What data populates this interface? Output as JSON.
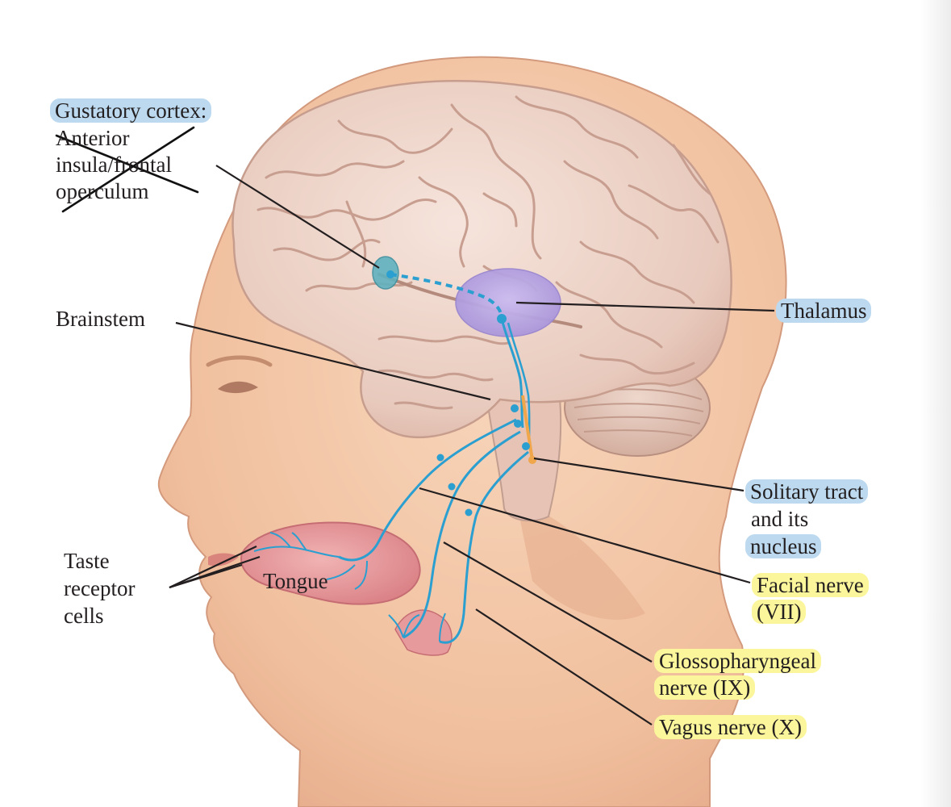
{
  "labels": {
    "gustatory_cortex": "Gustatory cortex:",
    "anterior": "Anterior",
    "insula_frontal": "insula/frontal",
    "operculum": "operculum",
    "thalamus": "Thalamus",
    "brainstem": "Brainstem",
    "solitary_tract": "Solitary tract",
    "and_its": "and its",
    "nucleus": "nucleus",
    "taste": "Taste",
    "receptor": "receptor",
    "cells": "cells",
    "tongue": "Tongue",
    "facial_nerve": "Facial nerve",
    "facial_nerve_num": "(VII)",
    "glossopharyngeal": "Glossopharyngeal",
    "glossopharyngeal_num": "nerve (IX)",
    "vagus": "Vagus nerve (X)"
  },
  "colors": {
    "highlight_blue": "#bcd9ef",
    "highlight_yellow": "#fbf59b",
    "nerve": "#2a9fd0",
    "skin": "#f2c6a4",
    "brain": "#ecd2c8",
    "thalamus": "#b9a6e0",
    "tongue": "#e79a9c"
  }
}
